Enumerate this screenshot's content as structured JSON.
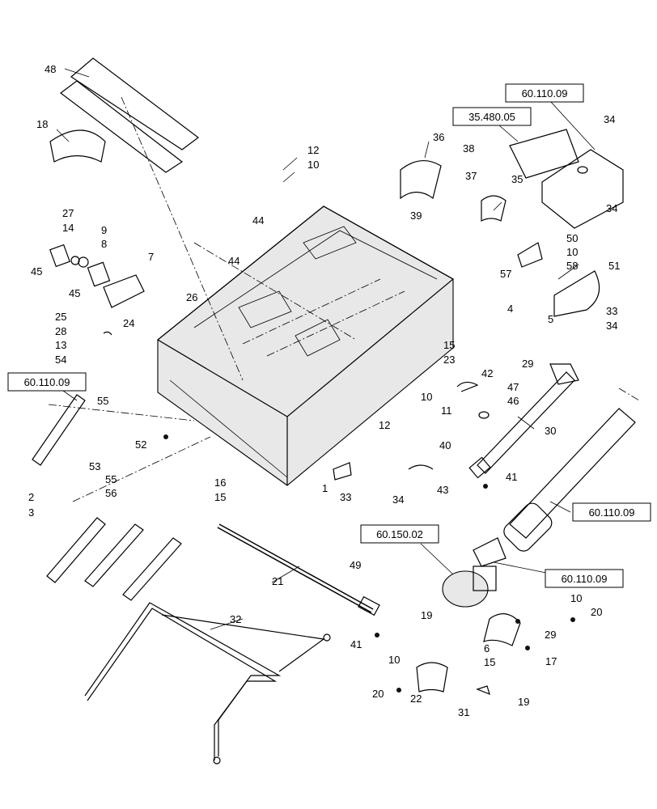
{
  "refs": {
    "r1": "60.110.09",
    "r2": "35.480.05",
    "r3": "60.110.09",
    "r4": "60.110.09",
    "r5": "60.150.02",
    "r6": "60.110.09"
  },
  "callouts": {
    "c48": "48",
    "c18": "18",
    "c27": "27",
    "c14": "14",
    "c9": "9",
    "c8": "8",
    "c7": "7",
    "c45a": "45",
    "c45b": "45",
    "c26": "26",
    "c25": "25",
    "c24": "24",
    "c28": "28",
    "c13": "13",
    "c54": "54",
    "c55a": "55",
    "c52": "52",
    "c53": "53",
    "c55b": "55",
    "c56": "56",
    "c2": "2",
    "c3": "3",
    "c12a": "12",
    "c10a": "10",
    "c44a": "44",
    "c44b": "44",
    "c36": "36",
    "c38": "38",
    "c37": "37",
    "c39": "39",
    "c35": "35",
    "c34a": "34",
    "c34b": "34",
    "c50": "50",
    "c10b": "10",
    "c57": "57",
    "c58": "58",
    "c51": "51",
    "c4": "4",
    "c5": "5",
    "c33a": "33",
    "c34c": "34",
    "c15a": "15",
    "c23": "23",
    "c29a": "29",
    "c42": "42",
    "c47": "47",
    "c46": "46",
    "c10c": "10",
    "c11": "11",
    "c30": "30",
    "c12b": "12",
    "c40": "40",
    "c41a": "41",
    "c16": "16",
    "c15b": "15",
    "c1": "1",
    "c33b": "33",
    "c34d": "34",
    "c43": "43",
    "c21": "21",
    "c49": "49",
    "c41b": "41",
    "c32": "32",
    "c19a": "19",
    "c10d": "10",
    "c20a": "20",
    "c29b": "29",
    "c6": "6",
    "c15c": "15",
    "c17": "17",
    "c10e": "10",
    "c20b": "20",
    "c22": "22",
    "c31": "31",
    "c19b": "19"
  }
}
